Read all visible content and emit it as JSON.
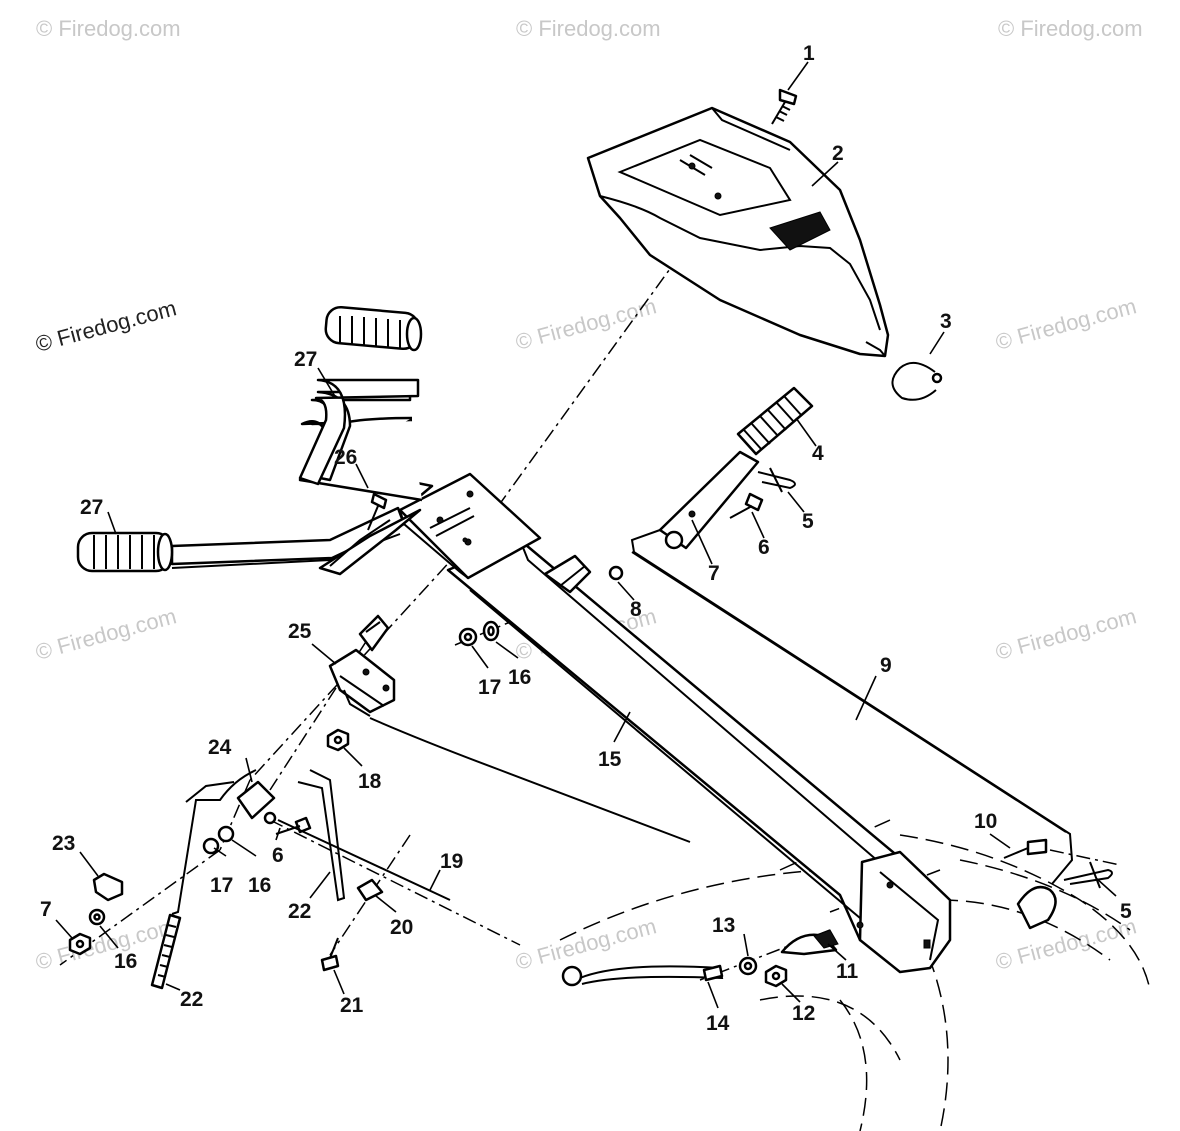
{
  "watermark": {
    "text": "© Firedog.com"
  },
  "callouts": {
    "c1": "1",
    "c2": "2",
    "c3": "3",
    "c4": "4",
    "c5a": "5",
    "c5b": "5",
    "c6a": "6",
    "c6b": "6",
    "c7a": "7",
    "c7b": "7",
    "c8": "8",
    "c9": "9",
    "c10": "10",
    "c11": "11",
    "c12": "12",
    "c13": "13",
    "c14": "14",
    "c15": "15",
    "c16a": "16",
    "c16b": "16",
    "c16c": "16",
    "c17a": "17",
    "c17b": "17",
    "c18": "18",
    "c19": "19",
    "c20": "20",
    "c21": "21",
    "c22a": "22",
    "c22b": "22",
    "c23": "23",
    "c24": "24",
    "c25": "25",
    "c26": "26",
    "c27a": "27",
    "c27b": "27"
  }
}
